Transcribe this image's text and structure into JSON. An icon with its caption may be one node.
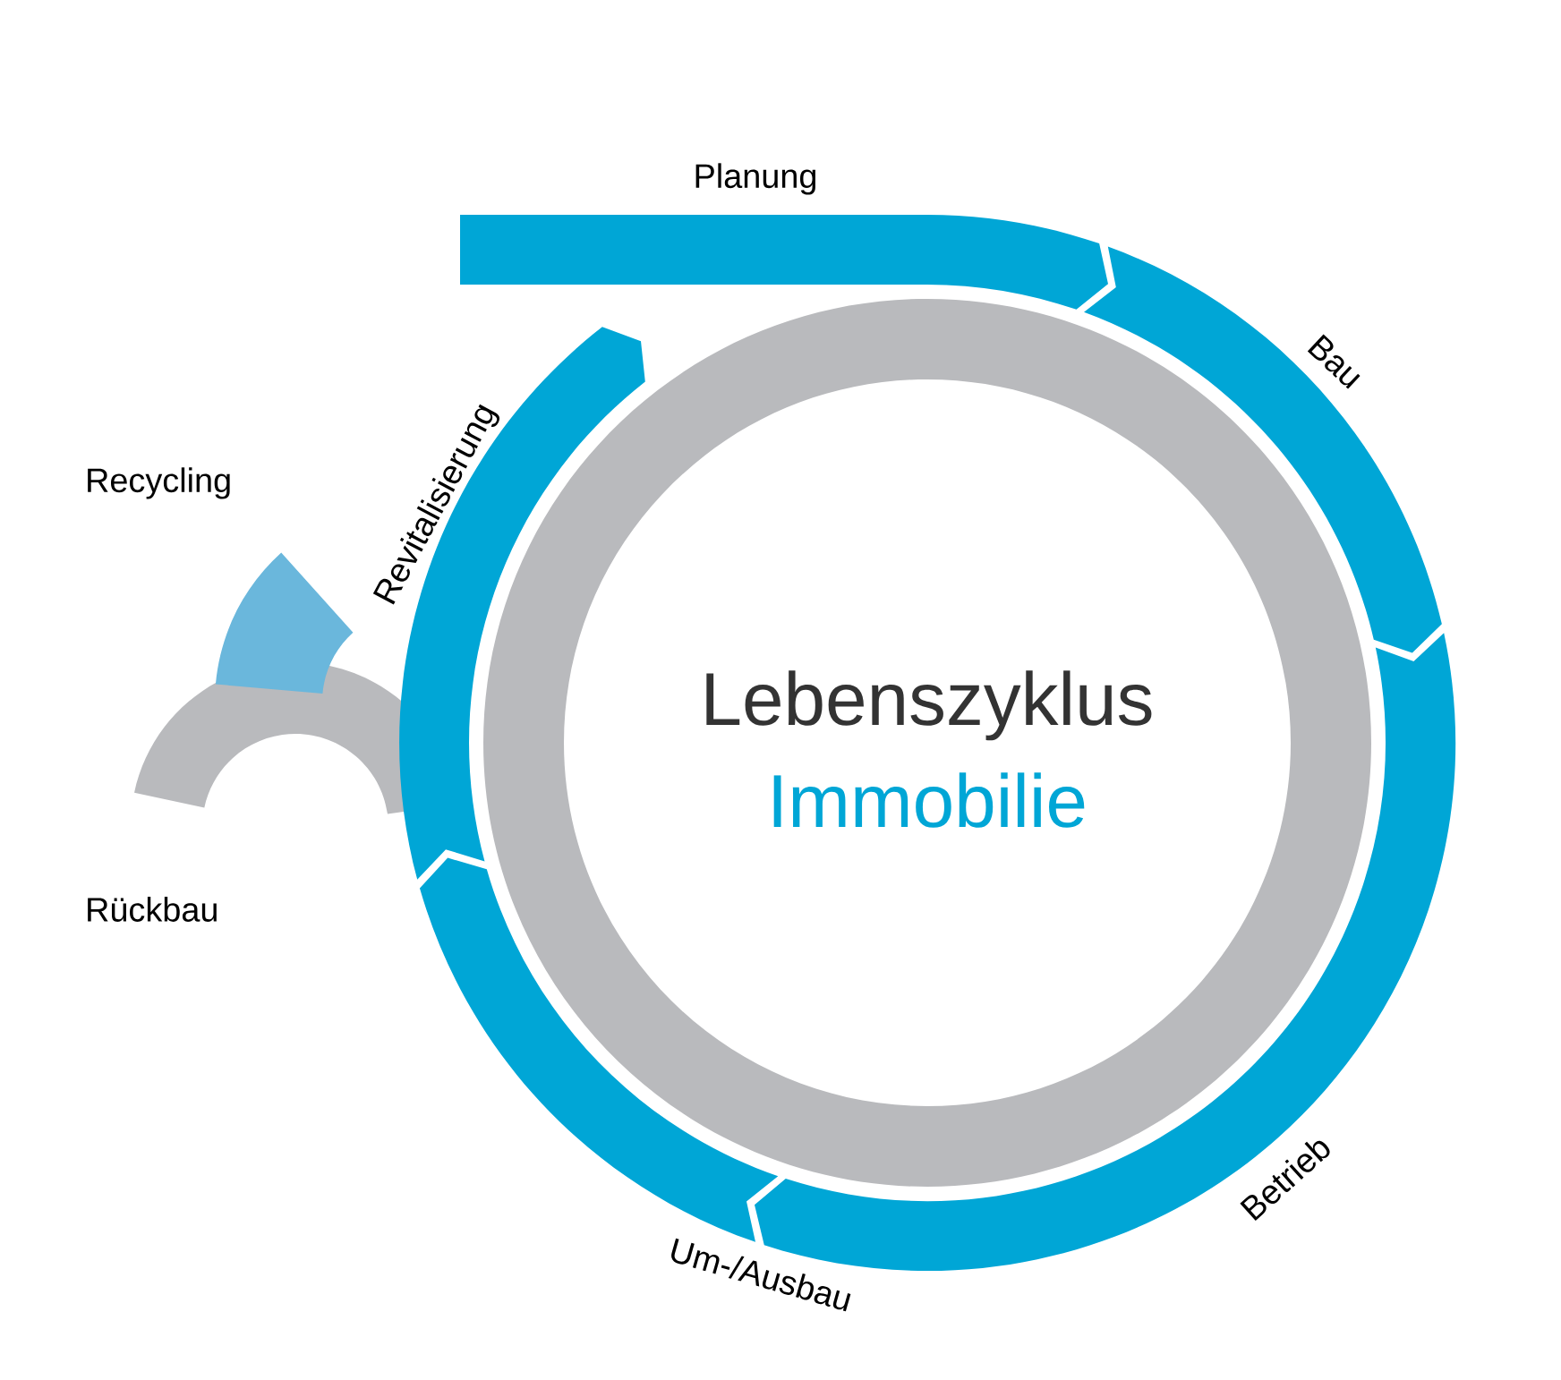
{
  "diagram": {
    "nodes": [
      {
        "text": [
          "Lebenszyklus",
          "Immobilie"
        ]
      },
      {
        "text": [
          "Planung"
        ]
      },
      {
        "text": [
          "Bau"
        ]
      },
      {
        "text": [
          "Betrieb"
        ]
      },
      {
        "text": [
          "Um-/Ausbau"
        ]
      },
      {
        "text": [
          "Revitalisierung"
        ]
      },
      {
        "text": [
          "Rückbau"
        ]
      },
      {
        "text": [
          "Recycling"
        ]
      }
    ]
  }
}
